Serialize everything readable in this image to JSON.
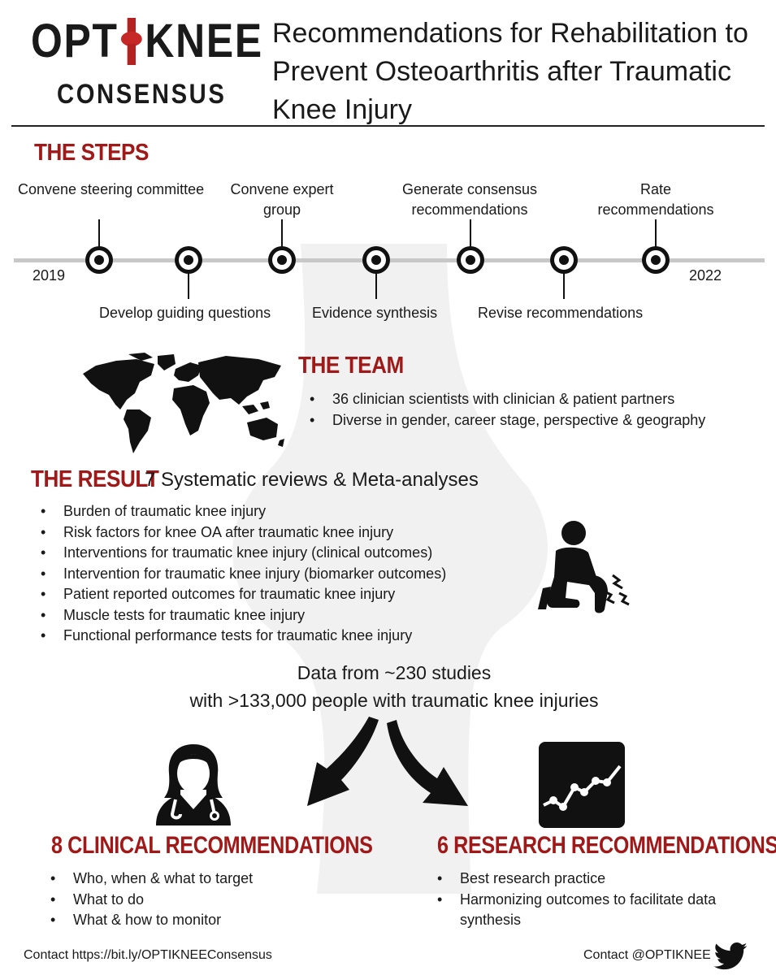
{
  "logo": {
    "part1": "OPT",
    "part2": "KNEE",
    "sub": "CONSENSUS"
  },
  "title": "Recommendations for Rehabilitation to Prevent Osteoarthritis after Traumatic Knee Injury",
  "steps": {
    "heading": "THE STEPS",
    "start_year": "2019",
    "end_year": "2022",
    "above": [
      "Convene steering committee",
      "Convene expert group",
      "Generate consensus recommendations",
      "Rate recommendations"
    ],
    "below": [
      "Develop guiding questions",
      "Evidence synthesis",
      "Revise recommendations"
    ]
  },
  "team": {
    "heading": "THE TEAM",
    "items": [
      "36 clinician scientists with clinician & patient partners",
      "Diverse in gender, career stage, perspective & geography"
    ]
  },
  "result": {
    "heading": "THE RESULT",
    "subtitle": "7 Systematic reviews & Meta-analyses",
    "items": [
      "Burden of traumatic knee injury",
      "Risk factors for knee OA after traumatic knee injury",
      "Interventions for traumatic knee injury (clinical outcomes)",
      "Intervention for traumatic knee injury (biomarker outcomes)",
      "Patient reported outcomes for traumatic knee injury",
      "Muscle tests for traumatic knee injury",
      "Functional performance tests for traumatic knee injury"
    ]
  },
  "data_summary": {
    "line1": "Data from ~230 studies",
    "line2": "with >133,000 people with traumatic knee injuries"
  },
  "clinical": {
    "heading": "8 CLINICAL RECOMMENDATIONS",
    "items": [
      "Who, when & what to target",
      "What to do",
      "What & how to monitor"
    ]
  },
  "research": {
    "heading": "6 RESEARCH RECOMMENDATIONS",
    "items": [
      "Best research practice",
      "Harmonizing outcomes to facilitate data synthesis"
    ]
  },
  "footer": {
    "left": "Contact https://bit.ly/OPTIKNEEConsensus",
    "right": "Contact @OPTIKNEE"
  },
  "icons": {
    "world": "world-map-icon",
    "injury": "knee-pain-person-icon",
    "clinician": "clinician-stethoscope-icon",
    "chart": "line-chart-icon",
    "twitter": "twitter-bird-icon"
  },
  "colors": {
    "accent": "#a01818",
    "text": "#1a1a1a",
    "timeline": "#c8c8c8"
  }
}
